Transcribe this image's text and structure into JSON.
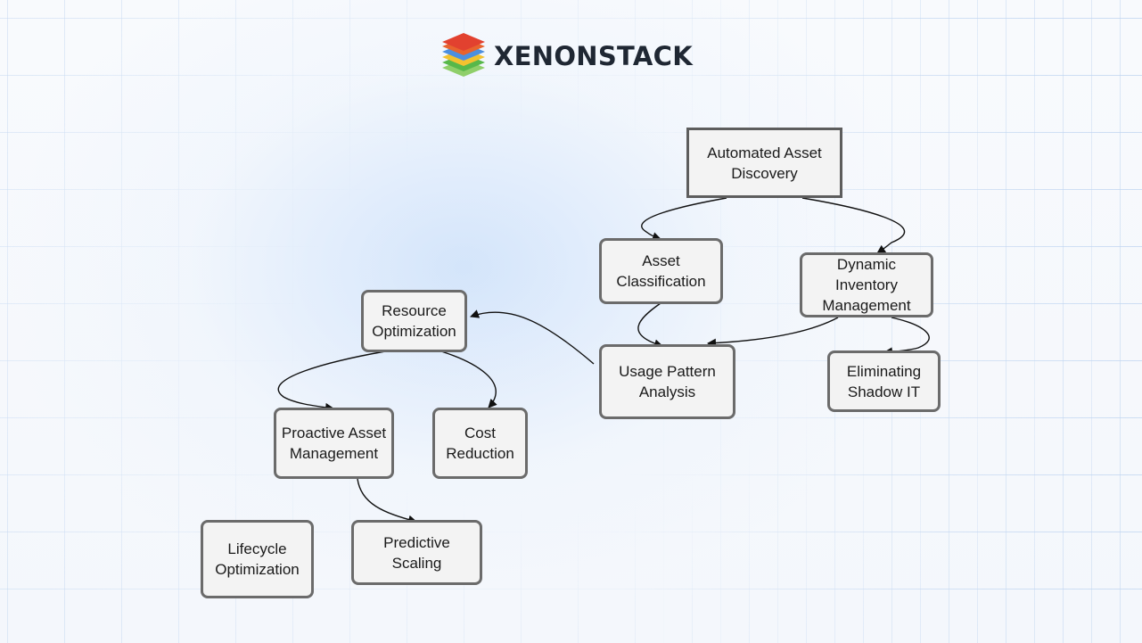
{
  "brand": {
    "name": "XENONSTACK",
    "logo_icon": "layered-stack-icon"
  },
  "diagram": {
    "nodes": {
      "automated_asset_discovery": "Automated Asset\nDiscovery",
      "asset_classification": "Asset\nClassification",
      "dynamic_inventory_management": "Dynamic\nInventory\nManagement",
      "usage_pattern_analysis": "Usage Pattern\nAnalysis",
      "eliminating_shadow_it": "Eliminating\nShadow IT",
      "resource_optimization": "Resource\nOptimization",
      "proactive_asset_management": "Proactive Asset\nManagement",
      "cost_reduction": "Cost\nReduction",
      "lifecycle_optimization": "Lifecycle\nOptimization",
      "predictive_scaling": "Predictive\nScaling"
    },
    "edges": [
      [
        "automated_asset_discovery",
        "asset_classification"
      ],
      [
        "automated_asset_discovery",
        "dynamic_inventory_management"
      ],
      [
        "asset_classification",
        "usage_pattern_analysis"
      ],
      [
        "dynamic_inventory_management",
        "usage_pattern_analysis"
      ],
      [
        "dynamic_inventory_management",
        "eliminating_shadow_it"
      ],
      [
        "usage_pattern_analysis",
        "resource_optimization"
      ],
      [
        "resource_optimization",
        "proactive_asset_management"
      ],
      [
        "resource_optimization",
        "cost_reduction"
      ],
      [
        "proactive_asset_management",
        "predictive_scaling"
      ]
    ]
  }
}
